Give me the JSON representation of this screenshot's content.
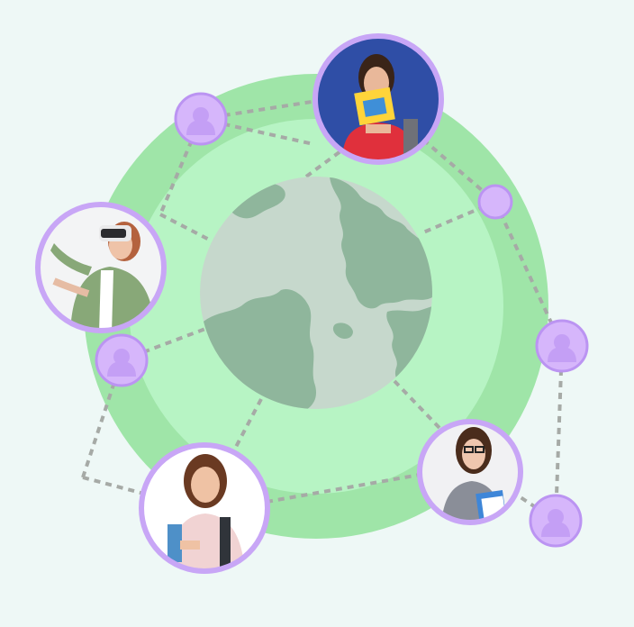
{
  "colors": {
    "background": "#eef8f6",
    "outer_ring": "#9fe5a8",
    "inner_disc": "#b7f4c4",
    "globe_water": "#c6d8cc",
    "globe_land": "#8fb69c",
    "connector": "#a6aaa6",
    "node_fill": "#d6b6fb",
    "node_border": "#bb94f2",
    "avatar_border": "#c8a6f6"
  },
  "icons": {
    "globe": "globe-icon",
    "person_placeholder": "person-silhouette-icon"
  },
  "people": [
    {
      "id": "student-top",
      "description_icon": "student-holding-notebook-photo"
    },
    {
      "id": "vr-user-left",
      "description_icon": "woman-with-vr-headset-photo"
    },
    {
      "id": "student-bottom-left",
      "description_icon": "smiling-student-with-backpack-photo"
    },
    {
      "id": "student-right",
      "description_icon": "student-with-glasses-photo"
    }
  ]
}
